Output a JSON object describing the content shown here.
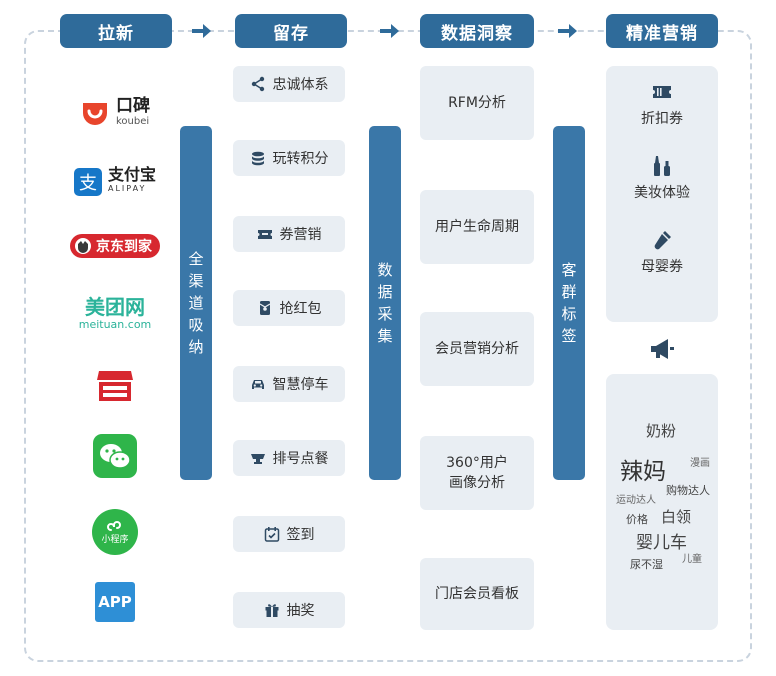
{
  "headers": {
    "acquire": "拉新",
    "retain": "留存",
    "insight": "数据洞察",
    "marketing": "精准营销"
  },
  "channels": {
    "koubei_cn": "口碑",
    "koubei_en": "koubei",
    "alipay_cn": "支付宝",
    "alipay_en": "ALIPAY",
    "jd_daojia": "京东到家",
    "meituan_cn": "美团网",
    "meituan_en": "meituan.com",
    "mini_program": "小程序",
    "app": "APP"
  },
  "bars": {
    "omni_channel": [
      "全",
      "渠",
      "道",
      "吸",
      "纳"
    ],
    "data_collection": [
      "数",
      "据",
      "采",
      "集"
    ],
    "customer_tags": [
      "客",
      "群",
      "标",
      "签"
    ]
  },
  "retention_items": [
    {
      "label": "忠诚体系",
      "icon": "share-icon"
    },
    {
      "label": "玩转积分",
      "icon": "coins-icon"
    },
    {
      "label": "券营销",
      "icon": "ticket-icon"
    },
    {
      "label": "抢红包",
      "icon": "red-envelope-icon"
    },
    {
      "label": "智慧停车",
      "icon": "car-icon"
    },
    {
      "label": "排号点餐",
      "icon": "queue-icon"
    },
    {
      "label": "签到",
      "icon": "calendar-check-icon"
    },
    {
      "label": "抽奖",
      "icon": "gift-icon"
    }
  ],
  "insight_items": [
    "RFM分析",
    "用户生命周期",
    "会员营销分析",
    "360°用户",
    "画像分析",
    "门店会员看板"
  ],
  "marketing_items": [
    {
      "label": "折扣券",
      "icon": "coupon-icon"
    },
    {
      "label": "美妆体验",
      "icon": "cosmetics-icon"
    },
    {
      "label": "母婴券",
      "icon": "baby-bottle-icon"
    }
  ],
  "tag_cloud": [
    "奶粉",
    "辣妈",
    "漫画",
    "购物达人",
    "运动达人",
    "价格",
    "白领",
    "婴儿车",
    "尿不湿",
    "儿童"
  ],
  "colors": {
    "primary": "#2f6b9a",
    "bar": "#3a77a8",
    "card": "#e9eef3",
    "koubei": "#e8452c",
    "alipay": "#1677c8",
    "jd": "#d7282f",
    "meituan": "#2bb39a",
    "wechat": "#2fb54a",
    "app": "#2e8fd6"
  }
}
